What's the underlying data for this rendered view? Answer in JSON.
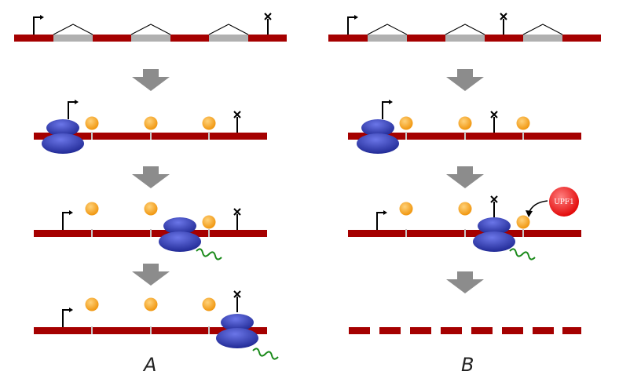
{
  "panels": {
    "a": {
      "label": "A"
    },
    "b": {
      "label": "B"
    }
  },
  "factors": {
    "upf1": {
      "label": "UPF1",
      "color": "#ff2020"
    }
  },
  "colors": {
    "mrna": "#a50000",
    "intron_block": "#b0b0b0",
    "arrow": "#8c8c8c",
    "exon_junction_complex": "#f5a020",
    "ribosome": "#2b35a8",
    "peptide": "#1a8a1a",
    "stop_codon": "#000000"
  },
  "icons": [
    "transcription-start-site-icon",
    "stop-codon-icon",
    "step-arrow-icon",
    "ribosome-icon",
    "peptide-chain-icon",
    "exon-junction-complex-icon"
  ]
}
